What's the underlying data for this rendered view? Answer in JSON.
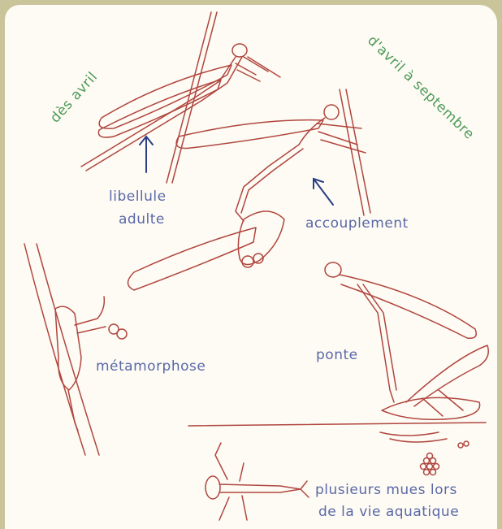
{
  "period_labels": {
    "from_april": "dès avril",
    "april_to_september": "d'avril à septembre"
  },
  "stage_labels": {
    "adult": [
      "libellule",
      "adulte"
    ],
    "mating": "accouplement",
    "metamorphosis": "métamorphose",
    "egg_laying": "ponte",
    "aquatic_molts": [
      "plusieurs mues lors",
      "de la vie aquatique"
    ]
  },
  "colors": {
    "background": "#c9c49a",
    "paper": "#fdfbf3",
    "sketch": "#b0463f",
    "label_blue": "#5a68a8",
    "label_green": "#4f9a5a"
  }
}
